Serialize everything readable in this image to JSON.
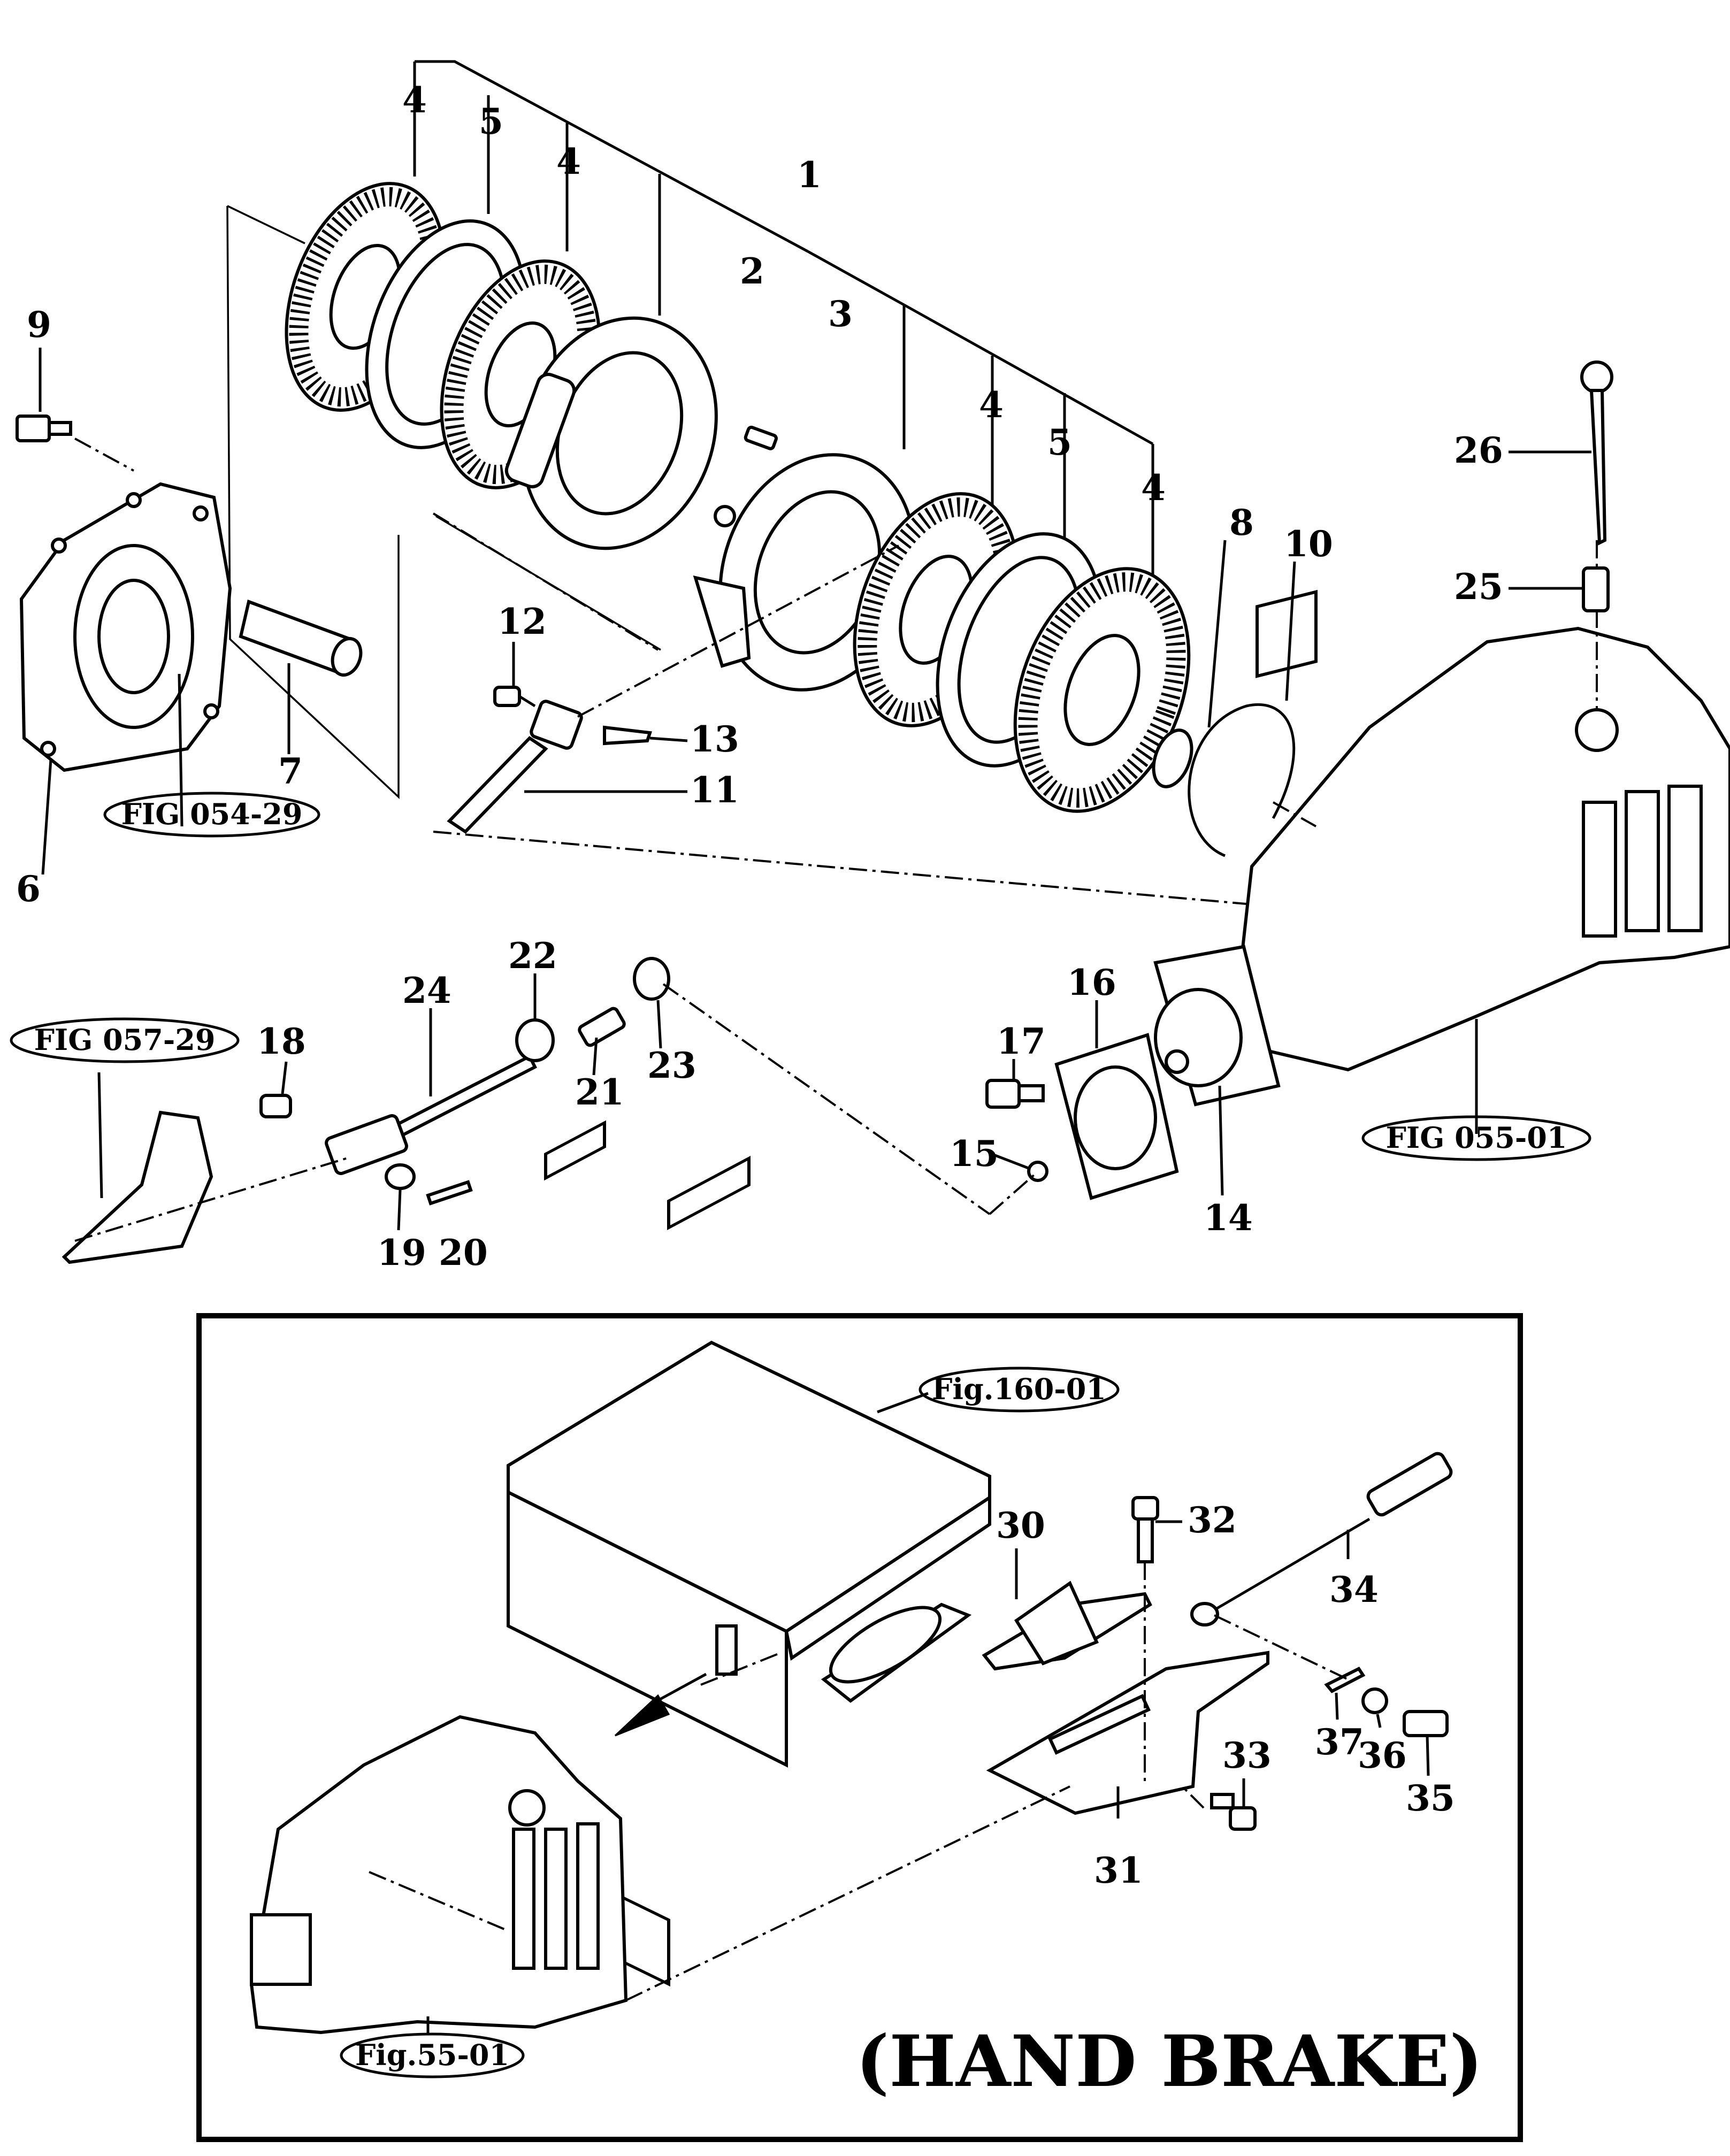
{
  "callouts": {
    "c1": "1",
    "c2": "2",
    "c3": "3",
    "c4a": "4",
    "c4b": "4",
    "c4c": "4",
    "c4d": "4",
    "c5a": "5",
    "c5b": "5",
    "c6": "6",
    "c7": "7",
    "c8": "8",
    "c9": "9",
    "c10": "10",
    "c11": "11",
    "c12": "12",
    "c13": "13",
    "c14": "14",
    "c15": "15",
    "c16": "16",
    "c17": "17",
    "c18": "18",
    "c19": "19",
    "c20": "20",
    "c21": "21",
    "c22": "22",
    "c23": "23",
    "c24": "24",
    "c25": "25",
    "c26": "26",
    "c30": "30",
    "c31": "31",
    "c32": "32",
    "c33": "33",
    "c34": "34",
    "c35": "35",
    "c36": "36",
    "c37": "37"
  },
  "references": {
    "fig054": "FIG 054-29",
    "fig057": "FIG 057-29",
    "fig055": "FIG 055-01",
    "fig160": "Fig.160-01",
    "fig55": "Fig.55-01"
  },
  "inset_title": "(HAND BRAKE)"
}
